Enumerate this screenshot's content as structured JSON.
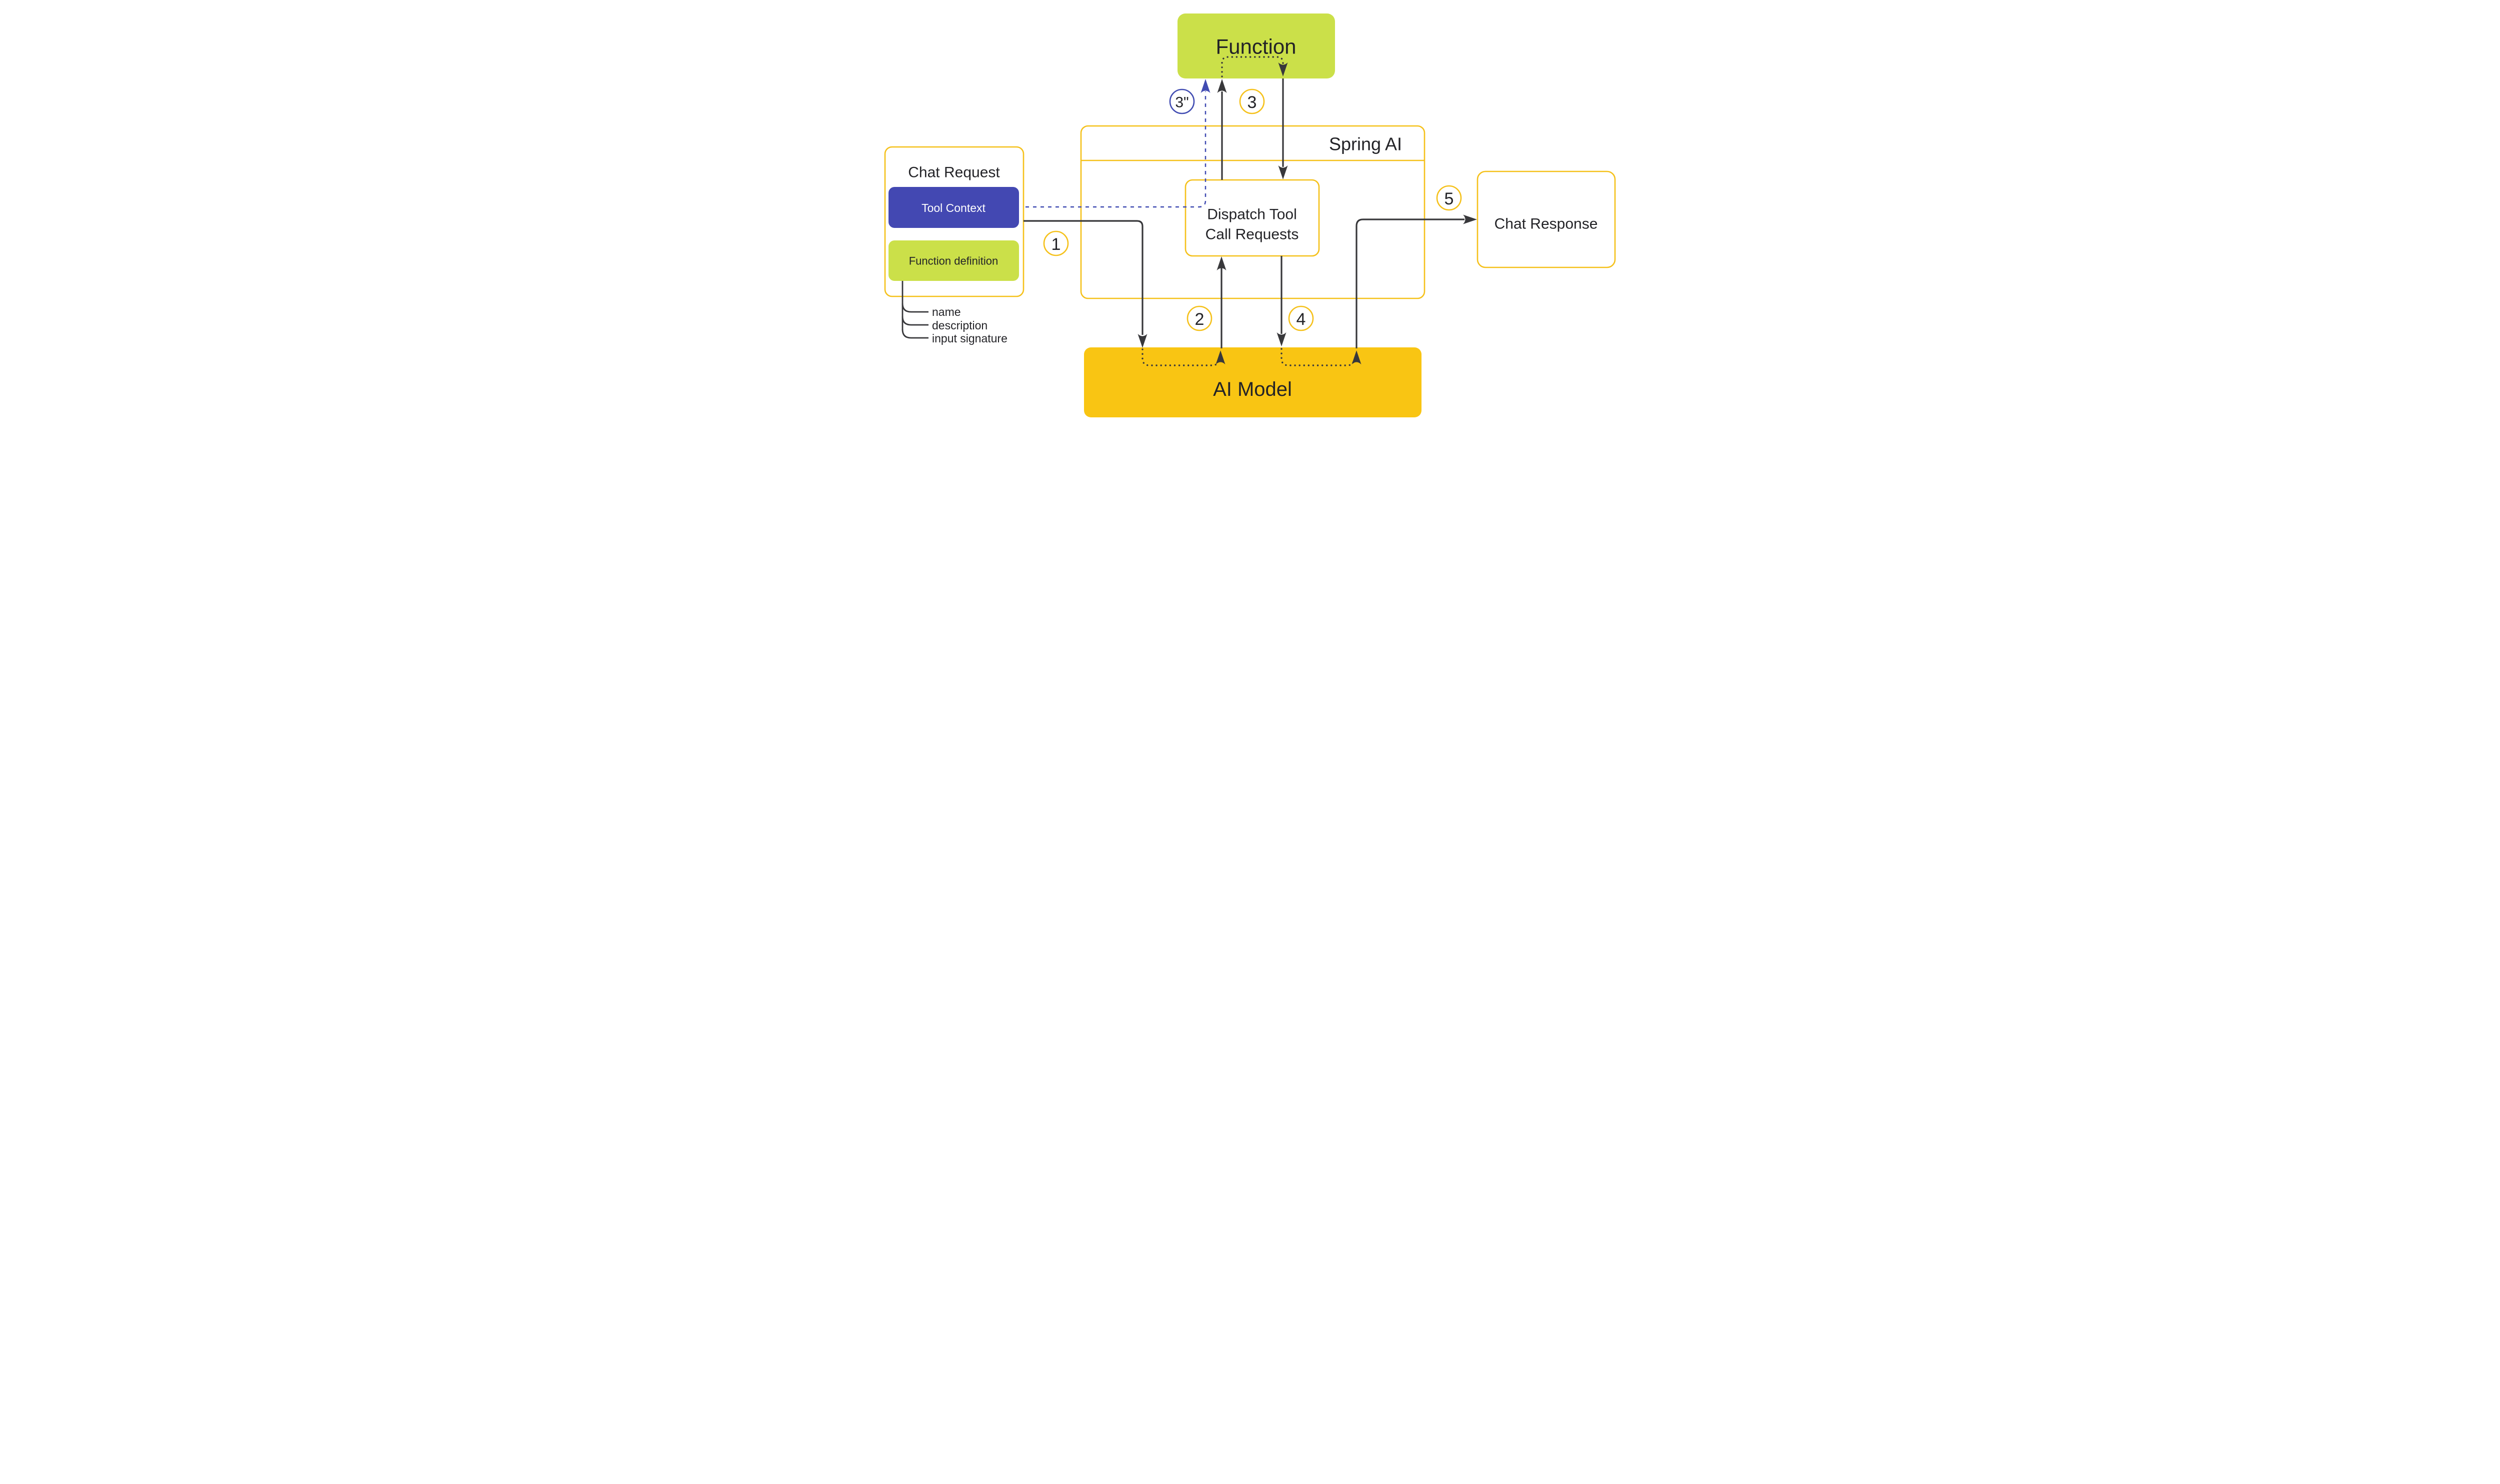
{
  "diagram": {
    "function_box": {
      "label": "Function"
    },
    "spring_container": {
      "label": "Spring AI"
    },
    "chat_request": {
      "title": "Chat Request",
      "tool_context_label": "Tool Context",
      "function_definition_label": "Function definition"
    },
    "dispatch_box": {
      "line1": "Dispatch Tool",
      "line2": "Call Requests"
    },
    "chat_response": {
      "label": "Chat Response"
    },
    "ai_model": {
      "label": "AI Model"
    },
    "steps": {
      "s1": "1",
      "s2": "2",
      "s3": "3",
      "s3b": "3\"",
      "s4": "4",
      "s5": "5"
    },
    "function_annotations": [
      "name",
      "description",
      "input signature"
    ],
    "colors": {
      "green": "#cbe049",
      "orange": "#f9c513",
      "indigo": "#4348b2",
      "yellow": "#f5c11b",
      "blue_dashed": "#414cb2",
      "line_dark": "#38383b"
    }
  }
}
